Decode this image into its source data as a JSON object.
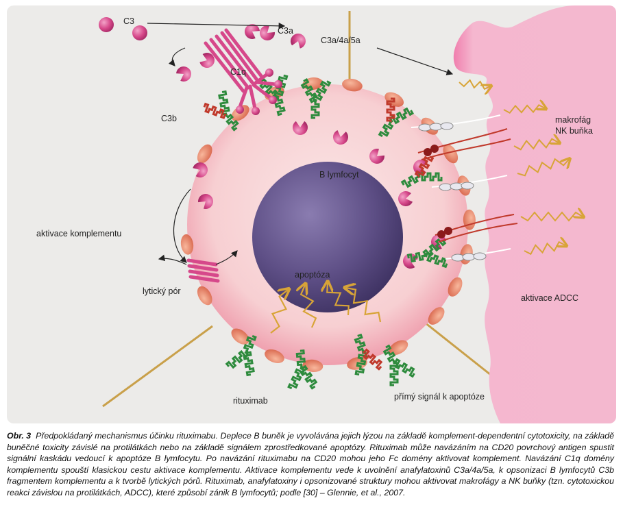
{
  "diagram": {
    "labels": {
      "c3": "C3",
      "c3a": "C3a",
      "c1q": "C1q",
      "c3b": "C3b",
      "anaphylatoxins": "C3a/4a/5a",
      "macrophage_line1": "makrofág",
      "macrophage_line2": "NK buňka",
      "b_cell": "B lymfocyt",
      "apoptosis": "apoptóza",
      "complement_activation": "aktivace komplementu",
      "lytic_pore": "lytický pór",
      "adcc_activation": "aktivace ADCC",
      "rituximab": "rituximab",
      "direct_signal": "přímý signál k apoptóze"
    },
    "colors": {
      "background": "#ecebe9",
      "cell_membrane": "#f6c9cc",
      "nucleus": "#5e4f86",
      "complement": "#d6488a",
      "cd20": "#e8876a",
      "antibody_green": "#2e8b3d",
      "antibody_red": "#c0392b",
      "macrophage": "#ef8fb5",
      "arrow_gold": "#d8a437",
      "divider": "#c9a04a"
    }
  },
  "caption": {
    "label": "Obr. 3",
    "text": "Předpokládaný mechanismus účinku rituximabu. Deplece B buněk je vyvolávána jejich lýzou na základě komplement-dependentní cytotoxicity, na základě buněčné toxicity závislé na protilátkách nebo na základě signálem zprostředkované apoptózy. Rituximab může navázáním na CD20 povrchový antigen spustit signální kaskádu vedoucí k apoptóze B lymfocytu. Po navázání rituximabu na CD20 mohou jeho Fc domény aktivovat komplement. Navázání C1q domény komplementu spouští klasickou cestu aktivace komplementu. Aktivace komplementu vede k uvolnění anafylatoxinů C3a/4a/5a, k opsonizaci B lymfocytů C3b fragmentem komplementu a k tvorbě lytických pórů. Rituximab, anafylatoxiny i opsonizované struktury mohou aktivovat makrofágy a NK buňky (tzn. cytotoxickou reakci závislou na protilátkách, ADCC), které způsobí zánik B lymfocytů; podle [30] – Glennie, et al., 2007."
  }
}
